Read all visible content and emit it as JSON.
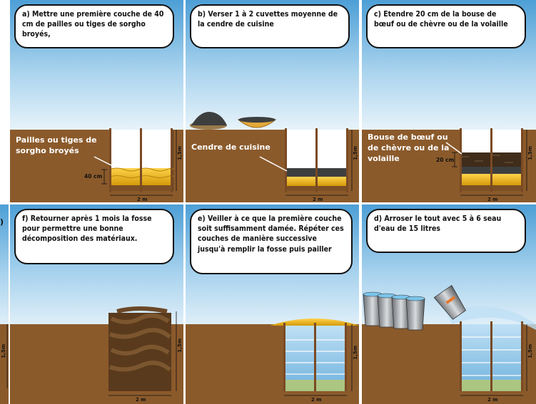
{
  "panels": {
    "a": {
      "caption": "a) Mettre une première couche de 40 cm de pailles ou tiges de sorgho broyés,",
      "label": "Pailles ou tiges de sorgho broyés",
      "depth": "40 cm",
      "height": "1,5m",
      "width": "2 m"
    },
    "b": {
      "caption": "b) Verser 1 à 2 cuvettes moyenne de la cendre de cuisine",
      "label": "Cendre de cuisine",
      "height": "1,5m",
      "width": "2 m"
    },
    "c": {
      "caption": "c) Etendre 20 cm de la bouse de bœuf ou de chèvre ou de la volaille",
      "label": "Bouse de bœuf ou de chèvre ou de la volaille",
      "depth": "20 cm",
      "height": "1,5m",
      "width": "2 m"
    },
    "f": {
      "caption": "f) Retourner après 1 mois la fosse pour permettre une bonne décomposition des matériaux.",
      "height": "1,5m",
      "width": "2 m"
    },
    "e": {
      "caption": "e) Veiller à ce que la première couche soit suffisamment damée. Répéter ces couches de manière successive jusqu'à remplir la fosse puis pailler",
      "height": "1,5m",
      "width": "2 m"
    },
    "d": {
      "caption": "d) Arroser le tout avec 5 à 6 seau d'eau de 15 litres",
      "height": "1,5m",
      "width": "2 m"
    }
  },
  "edge_left": {
    "bubble_char": ")",
    "height": "1,5m"
  },
  "colors": {
    "sky_top": "#4d9fd6",
    "sky_bottom": "#ffffff",
    "soil": "#8b5a2b",
    "straw": "#f2b515",
    "ash": "#3d3f3f",
    "manure": "#3f2c1a",
    "water": "#8ec3e6",
    "stake": "#7a4a24"
  }
}
